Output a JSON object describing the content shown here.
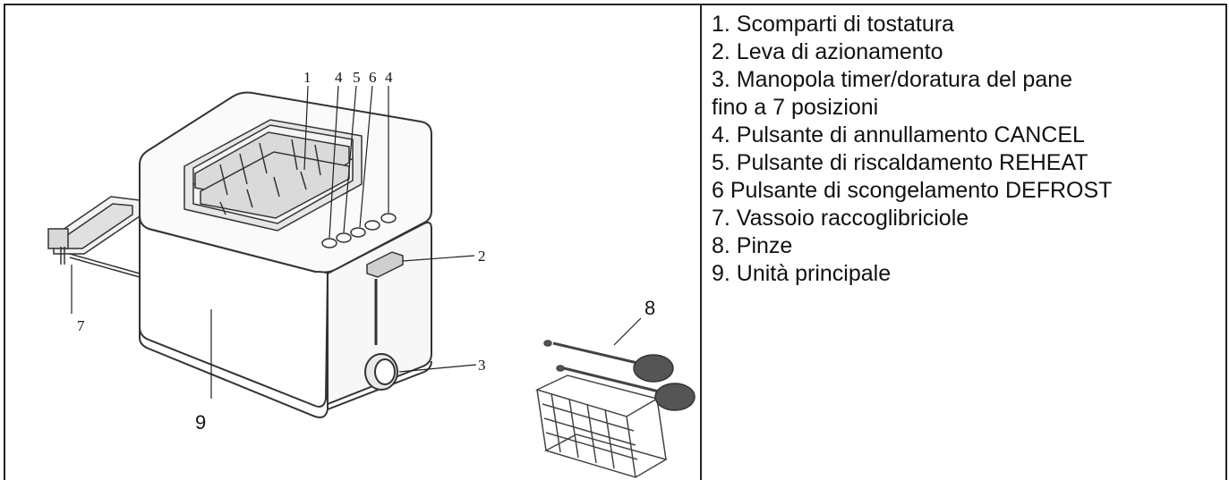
{
  "diagram": {
    "callouts": {
      "c1": "1",
      "c4a": "4",
      "c5": "5",
      "c6": "6",
      "c4b": "4",
      "c2": "2",
      "c3": "3",
      "c7": "7",
      "c8": "8",
      "c9": "9"
    }
  },
  "legend": {
    "items": [
      "1. Scomparti di tostatura",
      "2. Leva di azionamento",
      "3. Manopola timer/doratura del pane",
      "fino a 7 posizioni",
      "4. Pulsante di annullamento CANCEL",
      "5. Pulsante di riscaldamento REHEAT",
      "6 Pulsante di scongelamento DEFROST",
      "7. Vassoio raccoglibriciole",
      "8. Pinze",
      "9. Unità principale"
    ]
  }
}
